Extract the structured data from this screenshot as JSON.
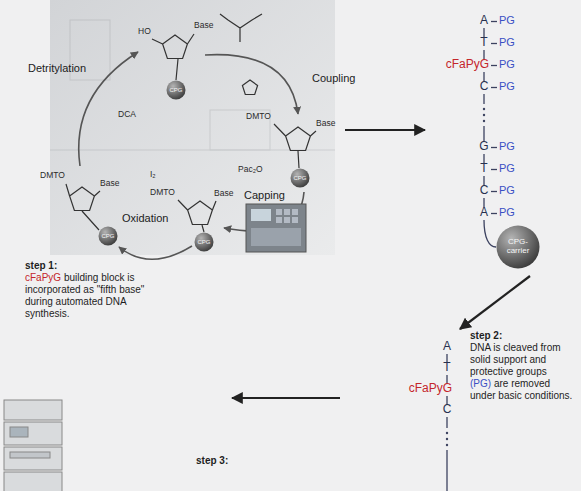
{
  "diagram": {
    "nodes": [
      {
        "text": [
          "CPG"
        ]
      },
      {
        "text": [
          "CPG"
        ]
      },
      {
        "text": [
          "CPG"
        ]
      },
      {
        "text": [
          "CPG"
        ]
      },
      {
        "text": [
          "CPG-carrier"
        ]
      }
    ],
    "labels": [
      "Detritylation",
      "Coupling",
      "Capping",
      "Oxidation",
      "DCA",
      "I₂",
      "Pac₂O",
      "HO",
      "Base",
      "DMTO",
      "Base",
      "DMTO",
      "Base",
      "DMTO",
      "Base",
      "step 1:",
      "cFaPyG",
      "building block is incorporated as \"fifth base\" during automated DNA synthesis.",
      "A",
      "PG",
      "T",
      "PG",
      "cFaPyG",
      "PG",
      "C",
      "PG",
      "G",
      "PG",
      "T",
      "PG",
      "C",
      "PG",
      "A",
      "PG",
      "step 2:",
      "DNA is cleaved from solid support and protective groups",
      "(PG)",
      "are removed under basic conditions.",
      "A",
      "T",
      "cFaPyG",
      "C",
      "step 3:"
    ]
  }
}
